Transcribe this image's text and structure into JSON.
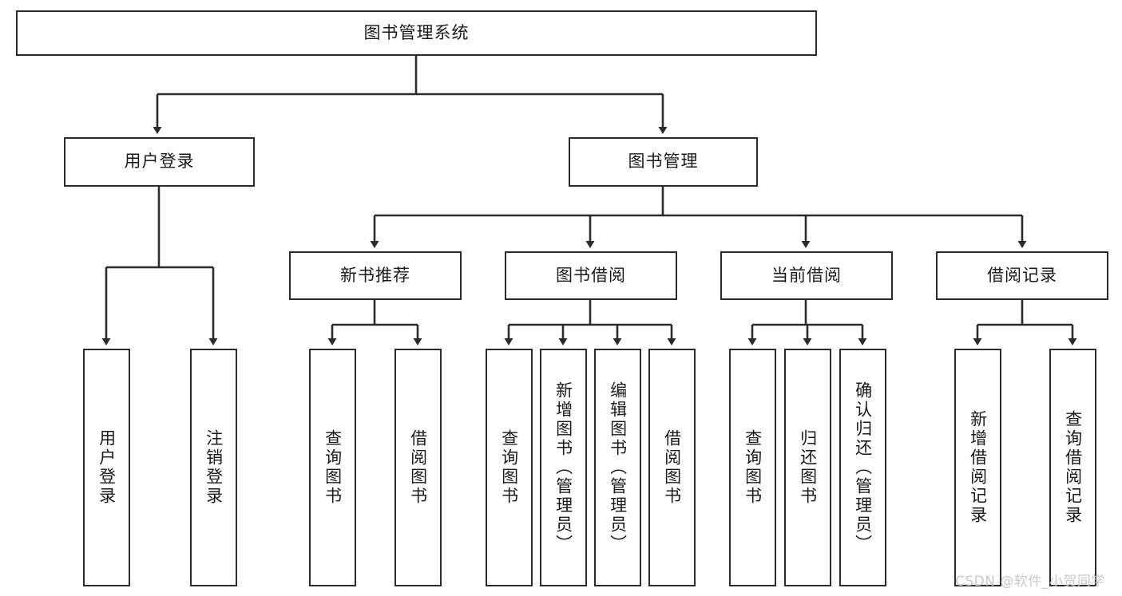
{
  "diagram": {
    "title": "图书管理系统",
    "watermark": "CSDN @软件_小贺同学",
    "stroke_color": "#2b2b2b",
    "fill_color": "#ffffff",
    "watermark_color": "#c9c9c9",
    "nodes": {
      "root": "图书管理系统",
      "l2": {
        "user_login": "用户登录",
        "book_manage": "图书管理"
      },
      "l3": {
        "new_book_rec": "新书推荐",
        "book_borrow": "图书借阅",
        "current_borrow": "当前借阅",
        "borrow_record": "借阅记录"
      },
      "leaves": {
        "user_login_1": "用户登录",
        "user_login_2": "注销登录",
        "new_book_1": "查询图书",
        "new_book_2": "借阅图书",
        "borrow_1": "查询图书",
        "borrow_2": "新增图书（管理员）",
        "borrow_3": "编辑图书（管理员）",
        "borrow_4": "借阅图书",
        "current_1": "查询图书",
        "current_2": "归还图书",
        "current_3": "确认归还（管理员）",
        "record_1": "新增借阅记录",
        "record_2": "查询借阅记录"
      }
    }
  }
}
